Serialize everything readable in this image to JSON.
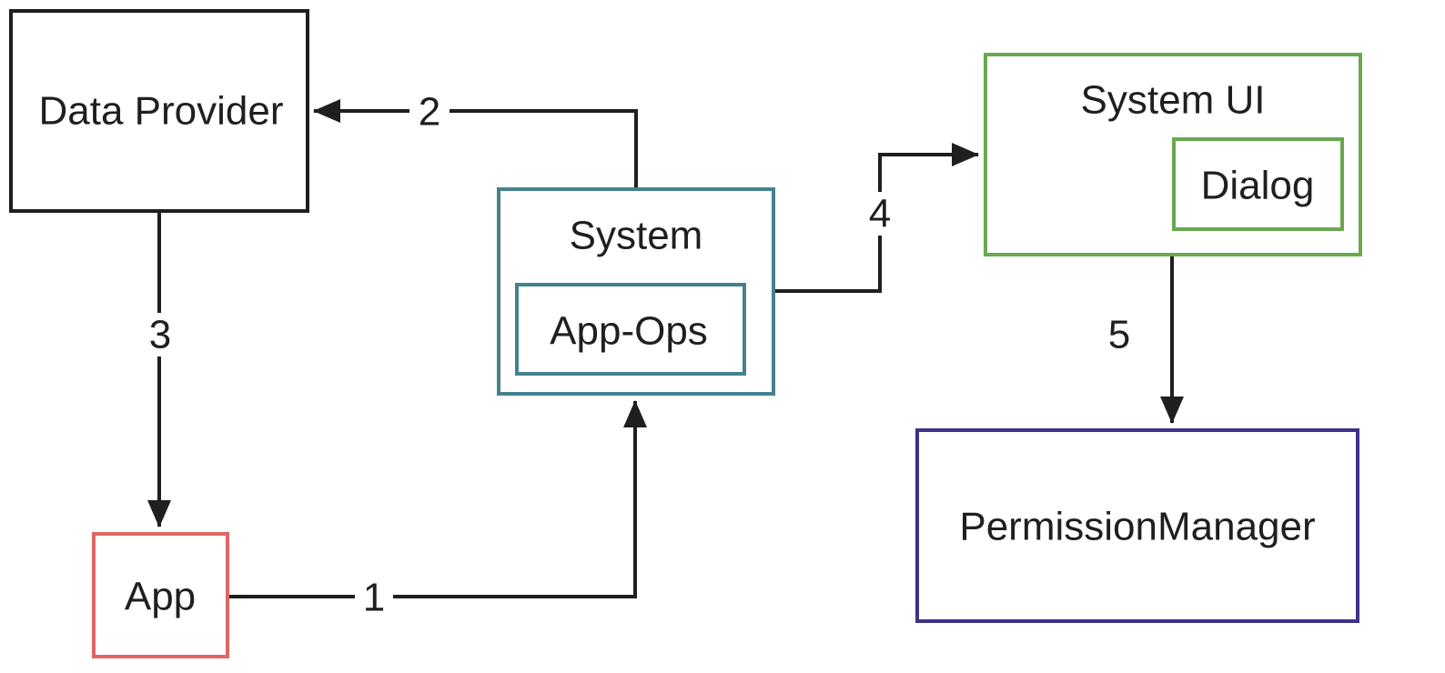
{
  "diagram": {
    "type": "flow-diagram",
    "background": "#ffffff"
  },
  "colors": {
    "line": "#1f1f1f",
    "black_border": "#1f1f1f",
    "red_border": "#e06666",
    "teal_border": "#45818e",
    "green_border": "#6aa84f",
    "indigo_border": "#3d3287"
  },
  "nodes": {
    "data_provider": {
      "label": "Data Provider",
      "border_color": "#1f1f1f"
    },
    "app": {
      "label": "App",
      "border_color": "#e06666"
    },
    "system": {
      "label": "System",
      "border_color": "#45818e"
    },
    "app_ops": {
      "label": "App-Ops",
      "border_color": "#45818e",
      "parent": "System"
    },
    "system_ui": {
      "label": "System UI",
      "border_color": "#6aa84f"
    },
    "dialog": {
      "label": "Dialog",
      "border_color": "#6aa84f",
      "parent": "System UI"
    },
    "permission_manager": {
      "label": "PermissionManager",
      "border_color": "#3d3287"
    }
  },
  "edges": [
    {
      "label": "1",
      "from": "App",
      "to": "System"
    },
    {
      "label": "2",
      "from": "System",
      "to": "Data Provider"
    },
    {
      "label": "3",
      "from": "Data Provider",
      "to": "App"
    },
    {
      "label": "4",
      "from": "System",
      "to": "System UI"
    },
    {
      "label": "5",
      "from": "System UI",
      "to": "PermissionManager"
    }
  ]
}
